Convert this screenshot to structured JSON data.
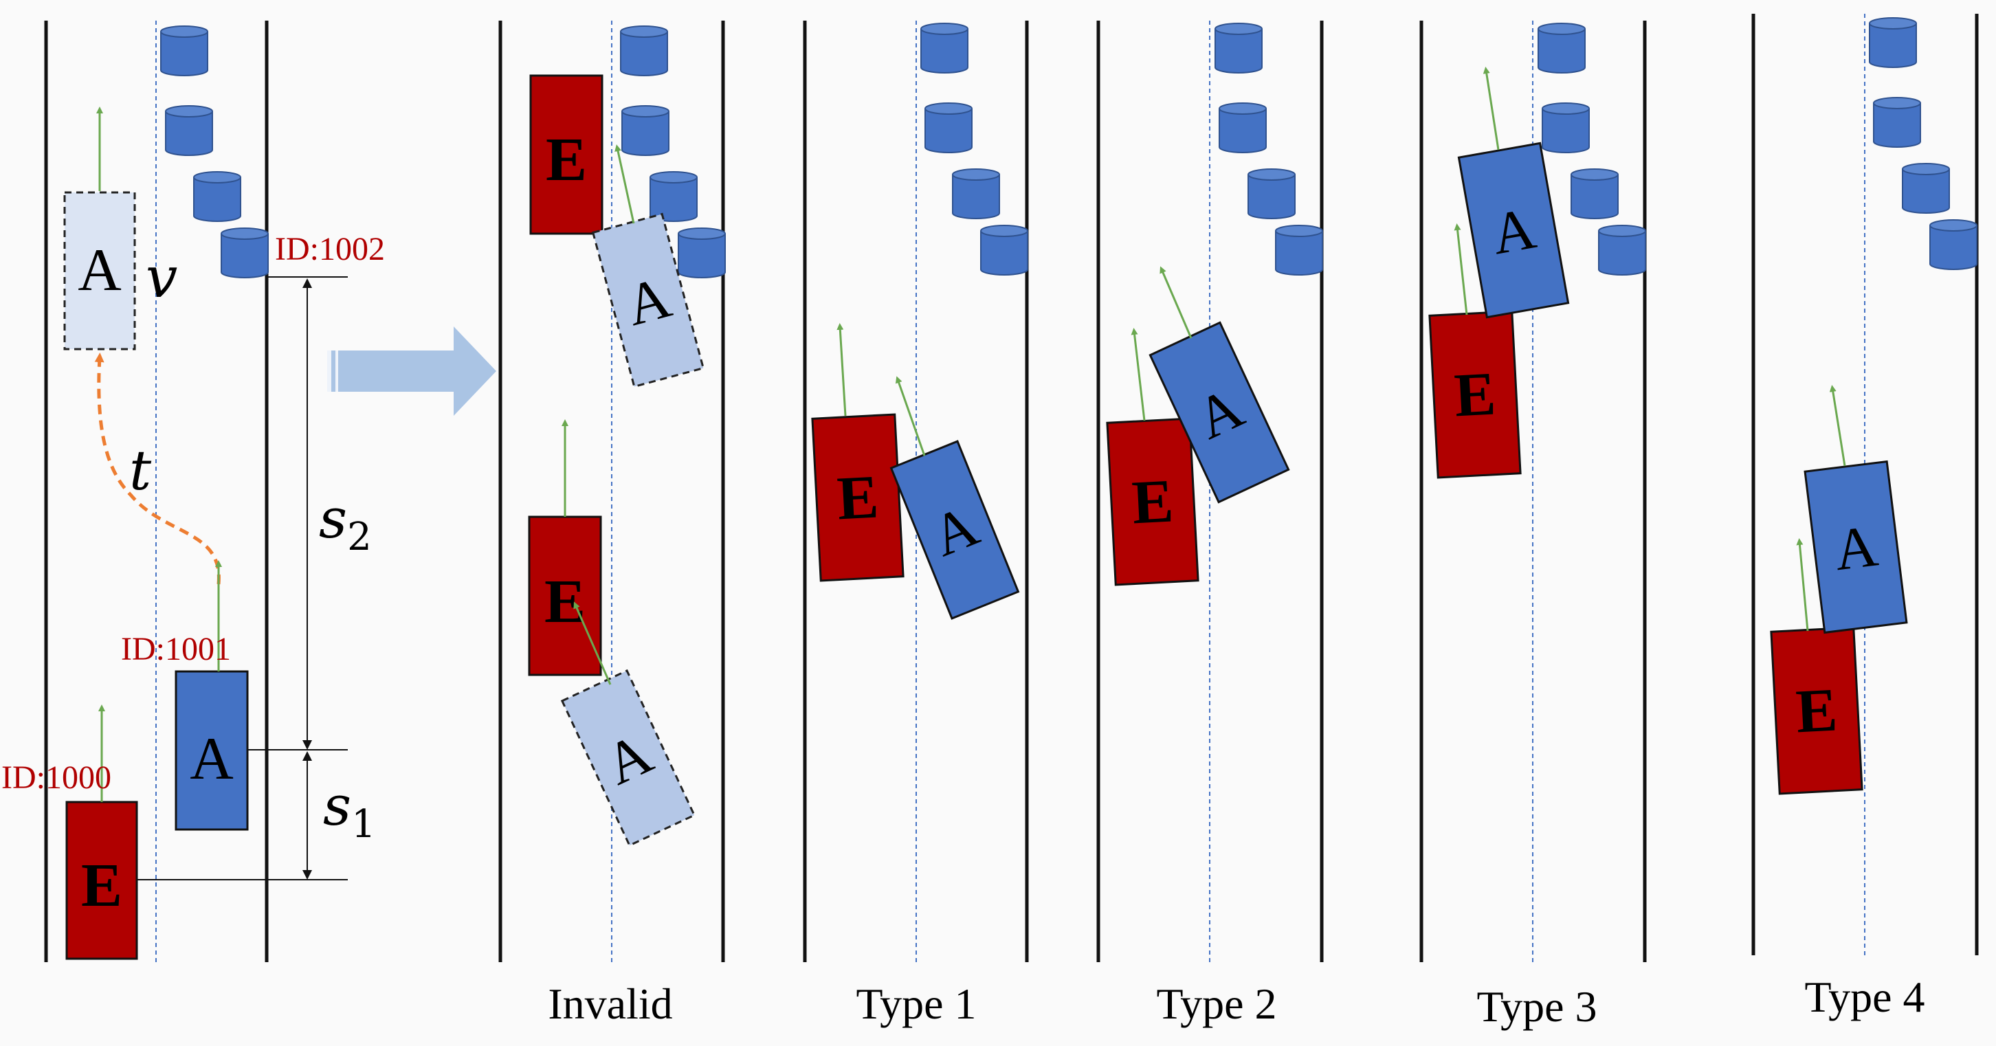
{
  "colors": {
    "road_line": "#111111",
    "center_line": "#4472c4",
    "ego_fill": "#b00000",
    "agent_fill": "#4472c4",
    "ghost_fill": "#b4c7e7",
    "velocity_arrow": "#6aa84f",
    "trajectory": "#ed7d31",
    "id_text": "#b00000",
    "big_arrow": "#aac4e4",
    "obstacle": "#4472c4"
  },
  "icons": {
    "obstacle": "cylinder-icon",
    "velocity": "arrow-up-icon",
    "transition": "right-arrow-icon"
  },
  "labels": {
    "ego": "E",
    "agent": "A",
    "id_ego": "ID:1000",
    "id_agent": "ID:1001",
    "id_obstacle": "ID:1002",
    "velocity": "v",
    "time": "t",
    "s1": "s",
    "s1_sub": "1",
    "s2": "s",
    "s2_sub": "2"
  },
  "panels": [
    {
      "name": "invalid",
      "caption": "Invalid"
    },
    {
      "name": "type-1",
      "caption": "Type 1"
    },
    {
      "name": "type-2",
      "caption": "Type 2"
    },
    {
      "name": "type-3",
      "caption": "Type 3"
    },
    {
      "name": "type-4",
      "caption": "Type 4"
    }
  ]
}
